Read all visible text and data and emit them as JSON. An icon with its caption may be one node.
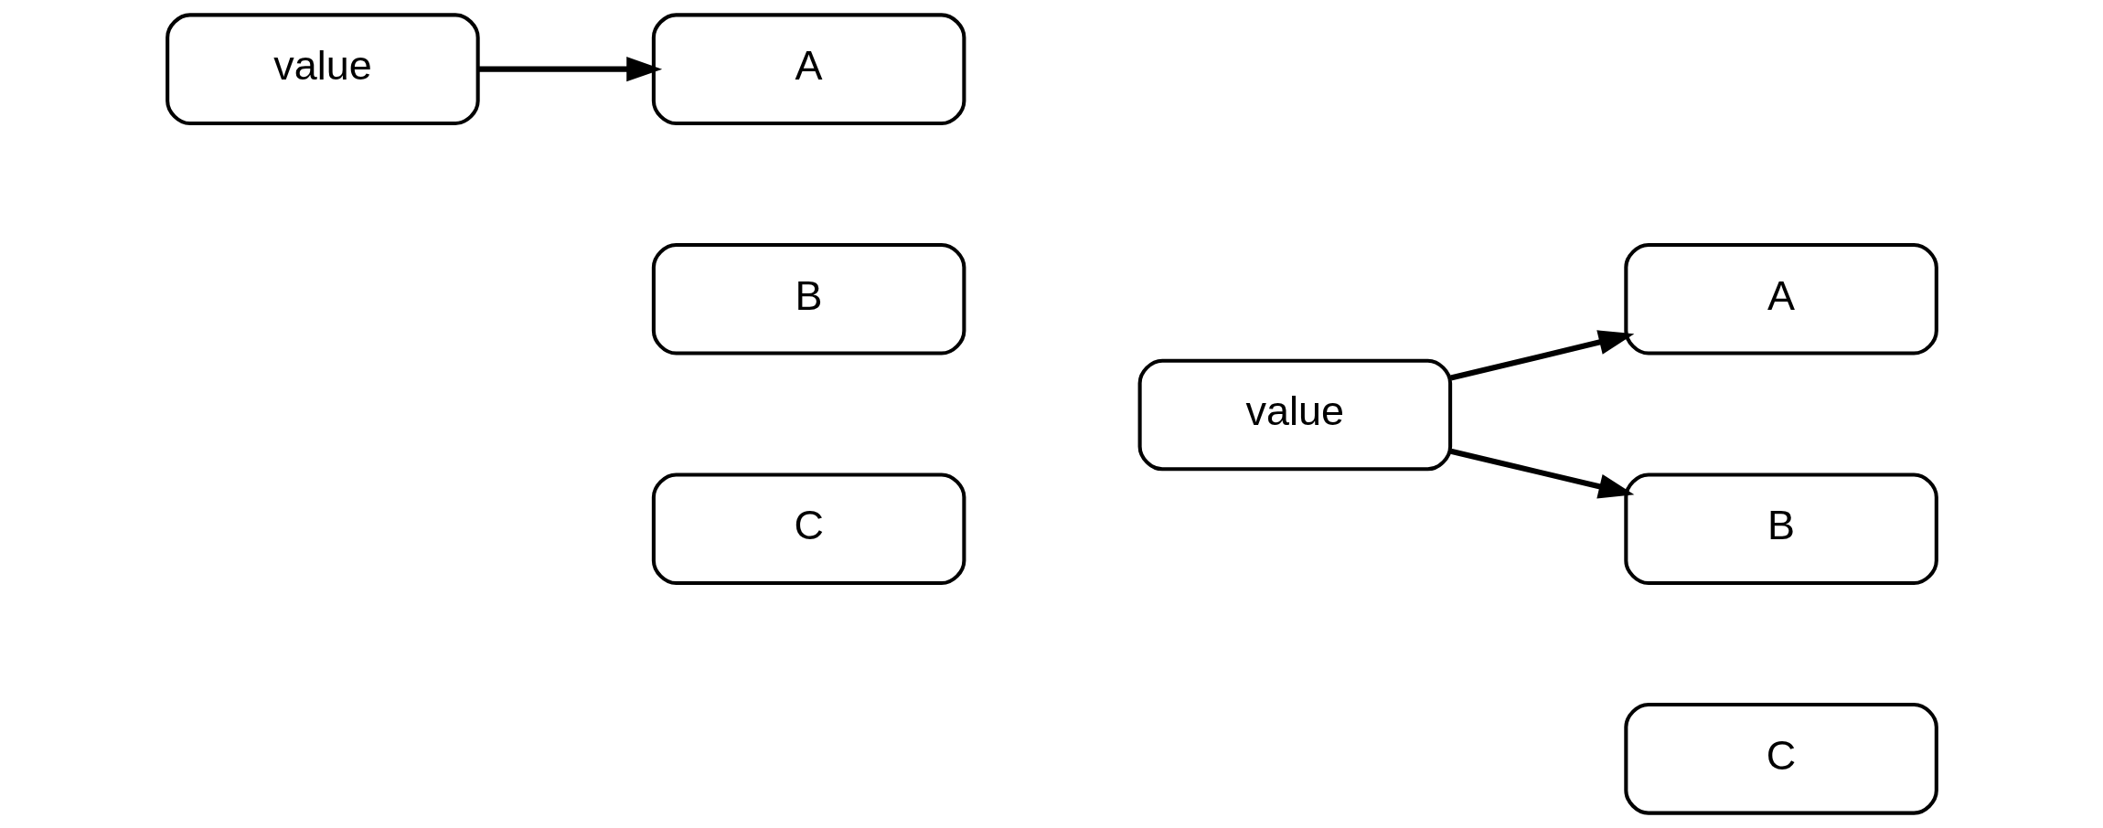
{
  "diagram": {
    "nodes": [
      {
        "text": [
          "value"
        ]
      },
      {
        "text": [
          "A"
        ]
      },
      {
        "text": [
          "B"
        ]
      },
      {
        "text": [
          "C"
        ]
      },
      {
        "text": [
          "value"
        ]
      },
      {
        "text": [
          "A"
        ]
      },
      {
        "text": [
          "B"
        ]
      },
      {
        "text": [
          "C"
        ]
      }
    ],
    "edges": [
      {
        "from": 0,
        "to": 1,
        "arrow": "to"
      },
      {
        "from": 4,
        "to": 5,
        "arrow": "to"
      },
      {
        "from": 4,
        "to": 6,
        "arrow": "to"
      }
    ]
  }
}
